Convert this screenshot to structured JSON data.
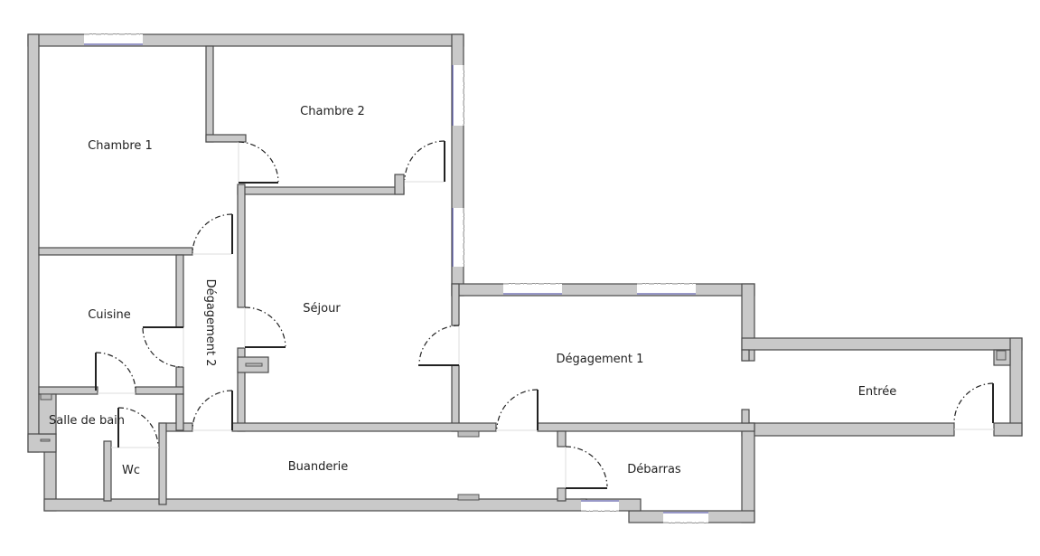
{
  "plan": {
    "rooms": {
      "chambre1": "Chambre 1",
      "chambre2": "Chambre 2",
      "cuisine": "Cuisine",
      "degagement2": "Dégagement 2",
      "sejour": "Séjour",
      "salle_de_bain": "Salle de bain",
      "wc": "Wc",
      "buanderie": "Buanderie",
      "degagement1": "Dégagement 1",
      "entree": "Entrée",
      "debarras": "Débarras"
    },
    "colors": {
      "wall": "#c9c9c9",
      "wall_outline": "#4a4a4a",
      "window": "#5a5aa8"
    }
  }
}
